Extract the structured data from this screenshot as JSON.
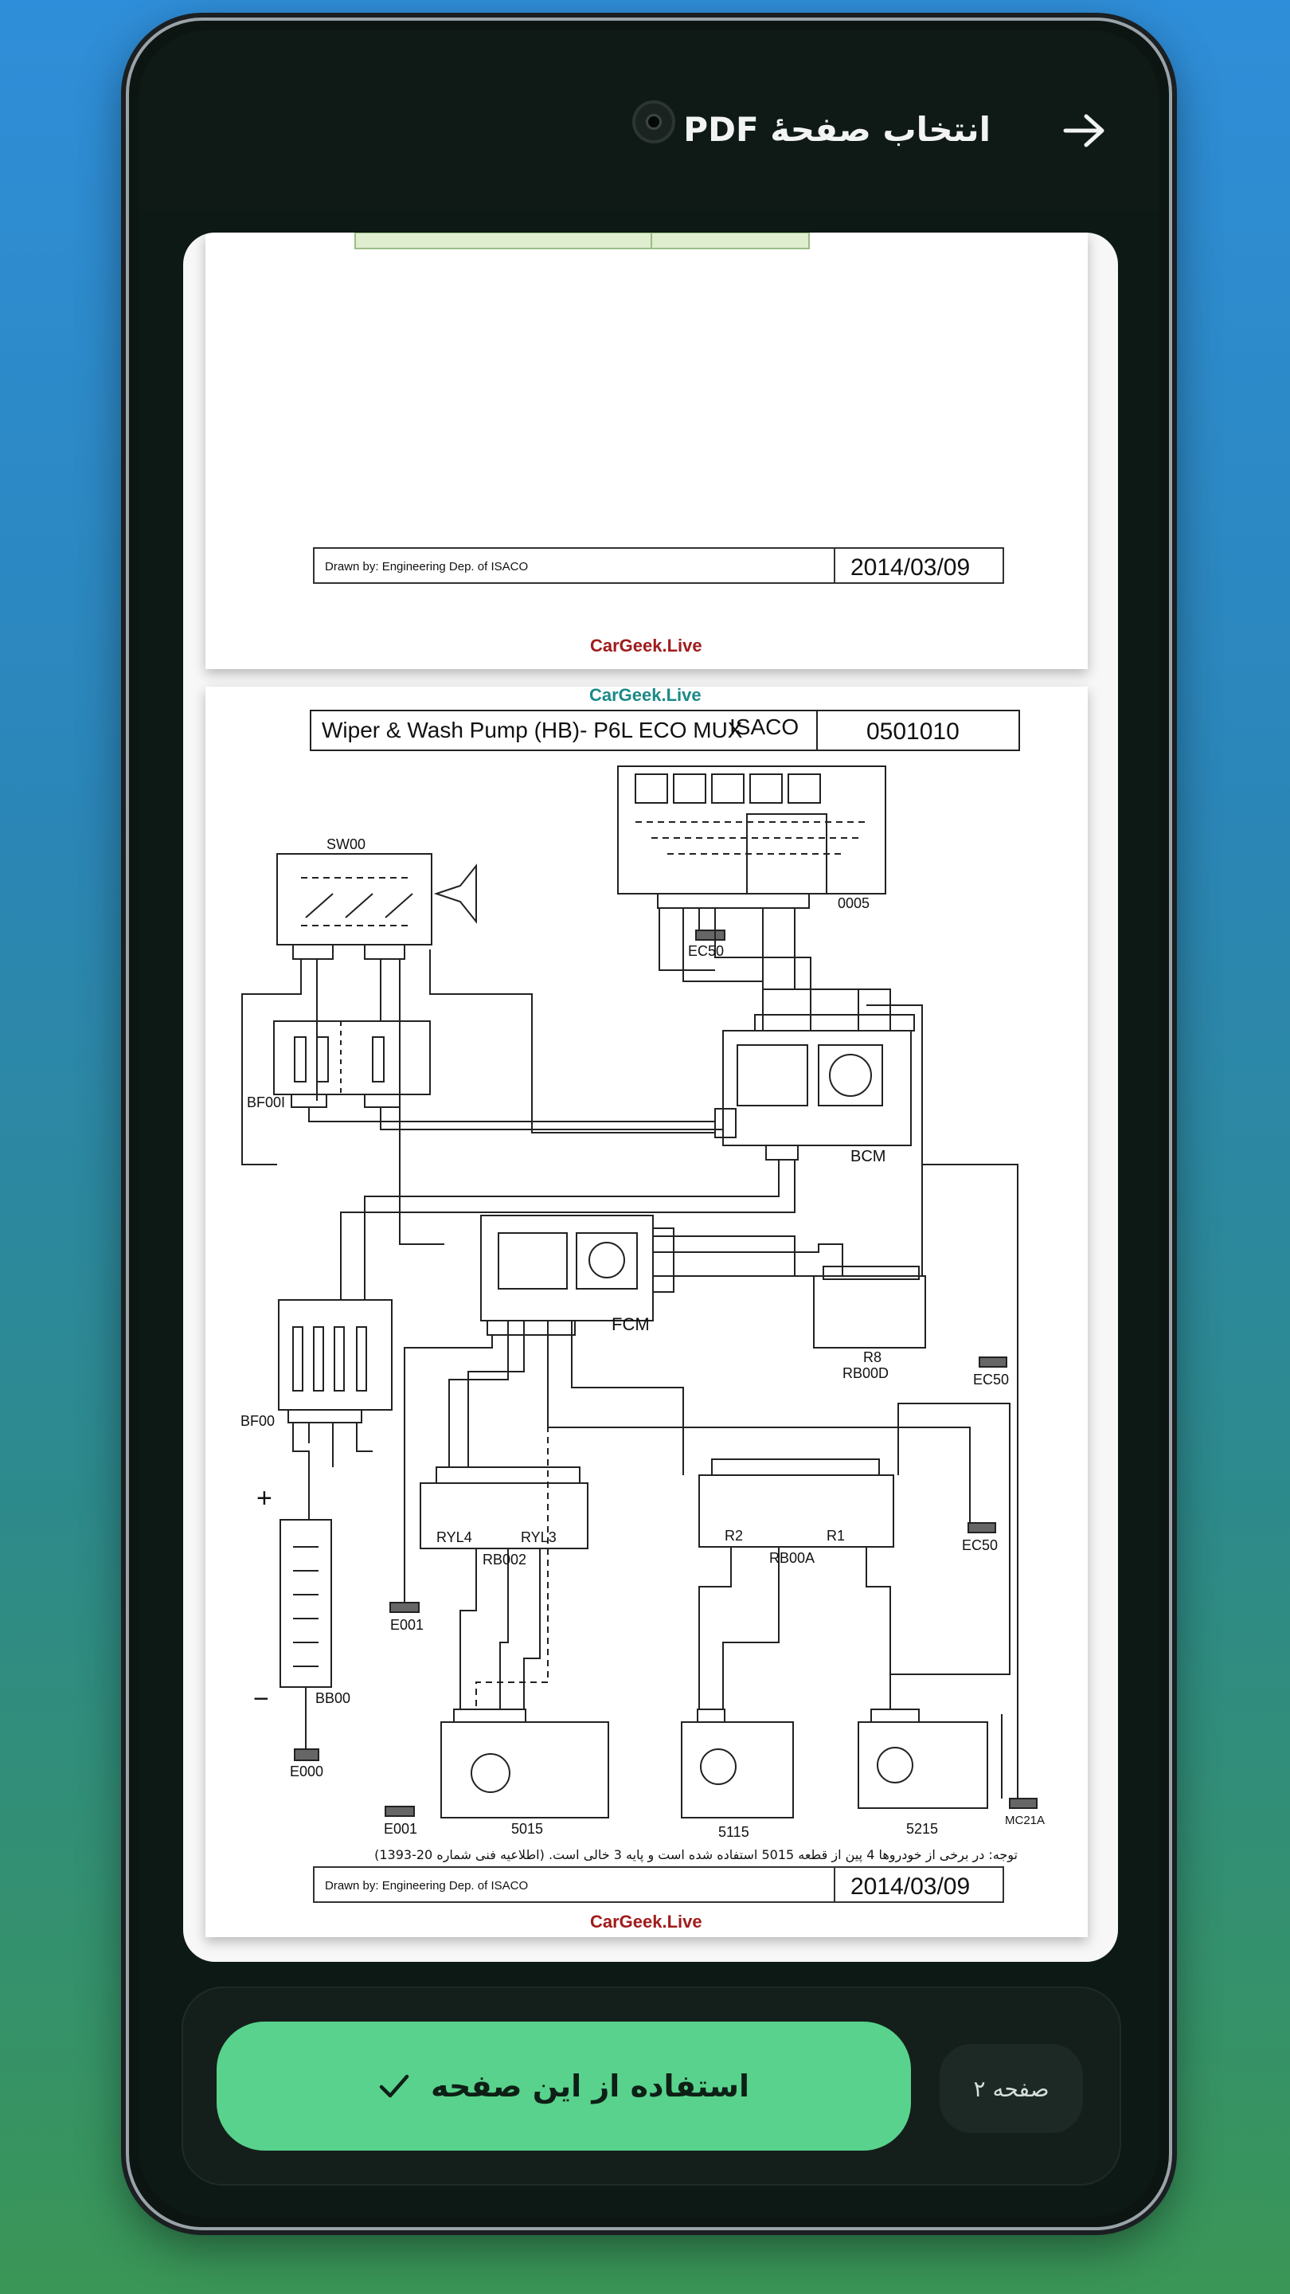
{
  "header": {
    "title": "انتخاب صفحهٔ PDF",
    "back_icon": "arrow-right-icon"
  },
  "pdf": {
    "page1": {
      "drawn_by": "Drawn by: Engineering Dep. of ISACO",
      "date": "2014/03/09",
      "watermark": "CarGeek.Live"
    },
    "page2": {
      "watermark_top": "CarGeek.Live",
      "diagram_title": "Wiper & Wash Pump (HB)- P6L ECO MUX",
      "brand": "ISACO",
      "code": "0501010",
      "components": {
        "sw00": "SW00",
        "bf00i": "BF00I",
        "bf00": "BF00",
        "bb00": "BB00",
        "e000": "E000",
        "e001_a": "E001",
        "e001_b": "E001",
        "fcm": "FCM",
        "bcm": "BCM",
        "c0005": "0005",
        "ec50_a": "EC50",
        "ec50_b": "EC50",
        "ec50_c": "EC50",
        "rb00d": "RB00D",
        "r8": "R8",
        "rb002": "RB002",
        "ryl4": "RYL4",
        "ryl3": "RYL3",
        "rb00a": "RB00A",
        "r2": "R2",
        "r1": "R1",
        "m5015": "5015",
        "m5115": "5115",
        "m5215": "5215",
        "mc21a": "MC21A",
        "plus": "+",
        "minus": "−"
      },
      "note": "توجه: در برخی از خودروها 4 پین از قطعه 5015 استفاده شده است و پایه 3 خالی است. (اطلاعیه فنی شماره 20-1393)",
      "drawn_by": "Drawn by: Engineering Dep. of ISACO",
      "date": "2014/03/09",
      "watermark_bottom": "CarGeek.Live"
    }
  },
  "actions": {
    "use_page_label": "استفاده از این صفحه",
    "check_icon": "check-icon",
    "page_indicator": "صفحه ۲"
  },
  "colors": {
    "accent": "#58d28c",
    "background": "#0d1915",
    "watermark_red": "#a01c1c",
    "watermark_teal": "#1b8a87"
  }
}
